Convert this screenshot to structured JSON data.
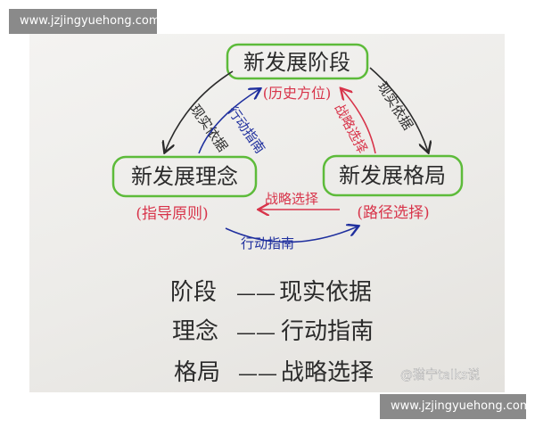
{
  "banners": {
    "top": "www.jzjingyuehong.com",
    "bottom": "www.jzjingyuehong.com"
  },
  "diagram": {
    "nodes": {
      "stage": {
        "title": "新发展阶段",
        "sub": "(历史方位)"
      },
      "concept": {
        "title": "新发展理念",
        "sub": "(指导原则)"
      },
      "pattern": {
        "title": "新发展格局",
        "sub": "(路径选择)"
      }
    },
    "edges": {
      "left_outer": "现实依据",
      "left_inner": "行动指南",
      "right_outer": "现实依据",
      "right_inner": "战略选择",
      "bottom_upper": "战略选择",
      "bottom_lower": "行动指南"
    },
    "list": [
      {
        "term": "阶段",
        "dash": "——",
        "meaning": "现实依据"
      },
      {
        "term": "理念",
        "dash": "——",
        "meaning": "行动指南"
      },
      {
        "term": "格局",
        "dash": "——",
        "meaning": "战略选择"
      }
    ]
  },
  "watermark": "@猫宁talks说",
  "colors": {
    "ink_dark": "#2b2b2b",
    "ink_blue": "#1f2f9e",
    "ink_red": "#d8344a",
    "ink_green": "#5dbb3a",
    "banner_bg": "#8a8a8a"
  }
}
